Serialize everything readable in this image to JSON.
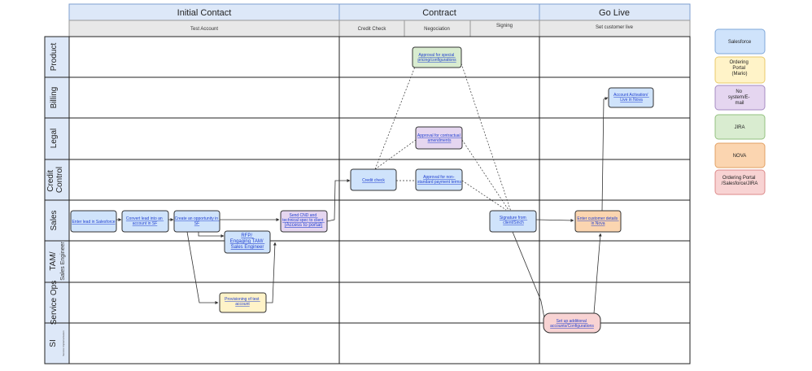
{
  "phases": [
    {
      "id": "initial-contact",
      "label": "Initial Contact"
    },
    {
      "id": "contract",
      "label": "Contract"
    },
    {
      "id": "go-live",
      "label": "Go Live"
    }
  ],
  "subphases": [
    {
      "id": "test-account",
      "label": "Test Account"
    },
    {
      "id": "credit-check",
      "label": "Credit Check"
    },
    {
      "id": "negociation",
      "label": "Negociation"
    },
    {
      "id": "signing",
      "label": "Signing"
    },
    {
      "id": "set-customer-live",
      "label": "Set customer live"
    }
  ],
  "lanes": [
    {
      "id": "product",
      "label": "Product"
    },
    {
      "id": "billing",
      "label": "Billing"
    },
    {
      "id": "legal",
      "label": "Legal"
    },
    {
      "id": "credit-control",
      "label": "Credit Control"
    },
    {
      "id": "sales",
      "label": "Sales"
    },
    {
      "id": "tam",
      "label": "TAM/",
      "sublabel": "Sales Engineer"
    },
    {
      "id": "service-ops",
      "label": "Service Ops"
    },
    {
      "id": "si",
      "label": "SI",
      "sublabel": "Service Implementation"
    }
  ],
  "nodes": [
    {
      "id": "enter-lead",
      "label": "Enter lead in Salesforce",
      "system": "salesforce"
    },
    {
      "id": "convert-lead",
      "label": "Convert lead into an account in SF",
      "system": "salesforce"
    },
    {
      "id": "create-opportunity",
      "label": "Create an opportunity in SF",
      "system": "salesforce"
    },
    {
      "id": "rfp",
      "label": "RFP/ Engaging TAM/ Sales Engineer",
      "system": "salesforce"
    },
    {
      "id": "send-cnd",
      "label": "Send CND and technical spec to client (Access to portal)",
      "system": "no-system"
    },
    {
      "id": "provisioning",
      "label": "Provisioning of test account",
      "system": "ordering-portal"
    },
    {
      "id": "credit-check-node",
      "label": "Credit check",
      "system": "salesforce"
    },
    {
      "id": "approval-pricing",
      "label": "Approval for special pricing/configurations",
      "system": "jira"
    },
    {
      "id": "approval-contractual",
      "label": "Approval for contractual amendments",
      "system": "no-system"
    },
    {
      "id": "approval-payment",
      "label": "Approval for non-standard payment terms",
      "system": "salesforce"
    },
    {
      "id": "signature",
      "label": "Signature from client/Sinch",
      "system": "salesforce"
    },
    {
      "id": "enter-customer",
      "label": "Enter customer details in Nova",
      "system": "nova"
    },
    {
      "id": "account-activation",
      "label": "Account Activation/ Live in Nova",
      "system": "salesforce"
    },
    {
      "id": "setup-accounts",
      "label": "Set up additional accounts/Configurations",
      "system": "ordering-portal-sf-jira"
    }
  ],
  "legend": [
    {
      "id": "salesforce",
      "label": "Salesforce",
      "fill": "#cfe3fb",
      "stroke": "#7fa7d9"
    },
    {
      "id": "ordering-portal",
      "label": "Ordering Portal (Mario)",
      "fill": "#fff3c8",
      "stroke": "#e8c96a"
    },
    {
      "id": "no-system",
      "label": "No system/E-mail",
      "fill": "#e5d6f0",
      "stroke": "#a58bc2"
    },
    {
      "id": "jira",
      "label": "JIRA",
      "fill": "#d9ecd0",
      "stroke": "#93c17f"
    },
    {
      "id": "nova",
      "label": "NOVA",
      "fill": "#fbd5b0",
      "stroke": "#e2a064"
    },
    {
      "id": "ordering-portal-sf-jira",
      "label": "Ordering Portal /Salesforce/JIRA",
      "fill": "#f8d3d3",
      "stroke": "#dc8a8a"
    }
  ],
  "colors": {
    "phase_fill": "#dde8f8",
    "phase_stroke": "#7f9fcf",
    "subphase_fill": "#e8e8e8",
    "lane_fill": "#dde8f8",
    "grid": "#222222",
    "edge": "#333333",
    "node_text": "#1f3fd0"
  }
}
